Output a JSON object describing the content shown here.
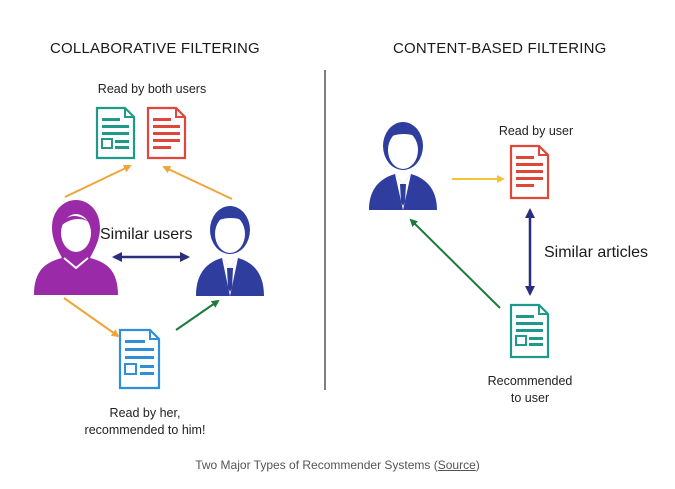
{
  "collaborative": {
    "heading": "COLLABORATIVE FILTERING",
    "read_by_both": "Read by both users",
    "similar_users": "Similar users",
    "read_by_her_line1": "Read by her,",
    "read_by_her_line2": "recommended to him!"
  },
  "content_based": {
    "heading": "CONTENT-BASED FILTERING",
    "read_by_user": "Read by user",
    "similar_articles": "Similar articles",
    "recommended_line1": "Recommended",
    "recommended_line2": "to user"
  },
  "caption": {
    "text_before": "Two Major Types of Recommender Systems (",
    "link": "Source",
    "text_after": ")"
  },
  "colors": {
    "teal": "#1f9a8a",
    "red": "#e0473b",
    "blue_doc": "#2f8fd8",
    "purple": "#9b2aa8",
    "navy": "#2f3e9e",
    "orange": "#f0a43a",
    "green": "#1e7a3a",
    "yellow": "#f2c33a",
    "dark_arrow": "#2b2e7c"
  }
}
